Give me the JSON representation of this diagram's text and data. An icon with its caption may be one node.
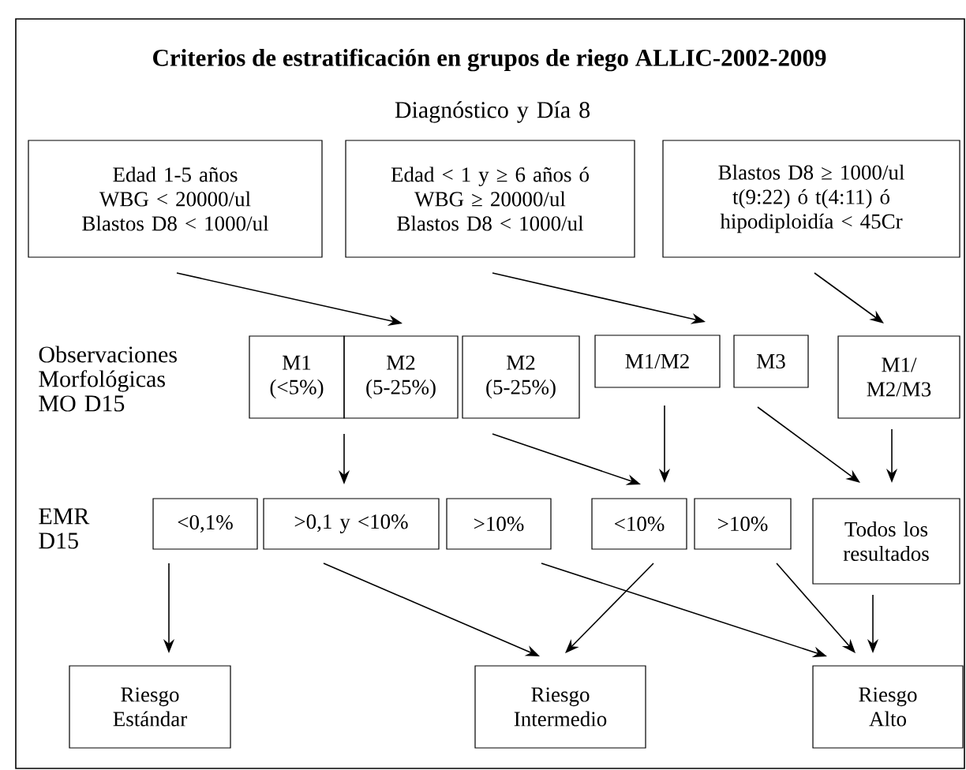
{
  "diagram": {
    "title": "Criterios de estratificación en grupos de riego ALLIC-2002-2009",
    "nodes": [
      {
        "text": [
          "Edad 1-5 años",
          "WBG < 20000/ul",
          "Blastos D8 < 1000/ul"
        ]
      },
      {
        "text": [
          "Edad < 1 y ≥ 6 años ó",
          "WBG ≥ 20000/ul",
          "Blastos D8 < 1000/ul"
        ]
      },
      {
        "text": [
          "Blastos D8 ≥ 1000/ul",
          "t(9:22) ó t(4:11) ó",
          "hipodiploidía < 45Cr"
        ]
      },
      {
        "text": [
          "M1 (<5%)"
        ]
      },
      {
        "text": [
          "M2 (5-25%)"
        ]
      },
      {
        "text": [
          "M2 (5-25%)"
        ]
      },
      {
        "text": [
          "M1/M2"
        ]
      },
      {
        "text": [
          "M3"
        ]
      },
      {
        "text": [
          "M1/ M2/M3"
        ]
      },
      {
        "text": [
          "<0,1%"
        ]
      },
      {
        "text": [
          ">0,1 y <10%"
        ]
      },
      {
        "text": [
          ">10%"
        ]
      },
      {
        "text": [
          "<10%"
        ]
      },
      {
        "text": [
          ">10%"
        ]
      },
      {
        "text": [
          "Todos los resultados"
        ]
      },
      {
        "text": [
          "Riesgo Estándar"
        ]
      },
      {
        "text": [
          "Riesgo Intermedio"
        ]
      },
      {
        "text": [
          "Riesgo Alto"
        ]
      }
    ],
    "edges": [
      {
        "from": 0,
        "to": 4,
        "arrow": "to"
      },
      {
        "from": 1,
        "to": 6,
        "arrow": "to"
      },
      {
        "from": 2,
        "to": 8,
        "arrow": "to"
      },
      {
        "from": 3,
        "to": 10,
        "arrow": "to"
      },
      {
        "from": 4,
        "to": 10,
        "arrow": "to"
      },
      {
        "from": 5,
        "to": 12,
        "arrow": "to"
      },
      {
        "from": 6,
        "to": 12,
        "arrow": "to"
      },
      {
        "from": 7,
        "to": 14,
        "arrow": "to"
      },
      {
        "from": 8,
        "to": 14,
        "arrow": "to"
      },
      {
        "from": 9,
        "to": 15,
        "arrow": "to"
      },
      {
        "from": 10,
        "to": 16,
        "arrow": "to"
      },
      {
        "from": 11,
        "to": 17,
        "arrow": "to"
      },
      {
        "from": 12,
        "to": 16,
        "arrow": "to"
      },
      {
        "from": 13,
        "to": 17,
        "arrow": "to"
      },
      {
        "from": 14,
        "to": 17,
        "arrow": "to"
      }
    ],
    "labels": [
      "Diagnóstico y Día 8",
      "Observaciones Morfológicas MO D15",
      "EMR D15"
    ]
  }
}
